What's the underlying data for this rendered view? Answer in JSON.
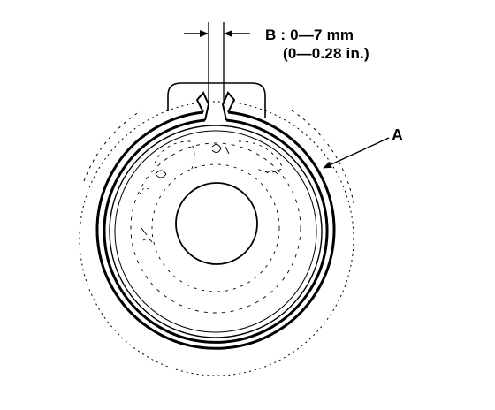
{
  "diagram": {
    "callout_a": "A",
    "callout_b_primary": "B : 0—7 mm",
    "callout_b_secondary": "(0—0.28 in.)"
  },
  "colors": {
    "line": "#000000",
    "background": "#ffffff",
    "faint": "#8a8a8a"
  }
}
